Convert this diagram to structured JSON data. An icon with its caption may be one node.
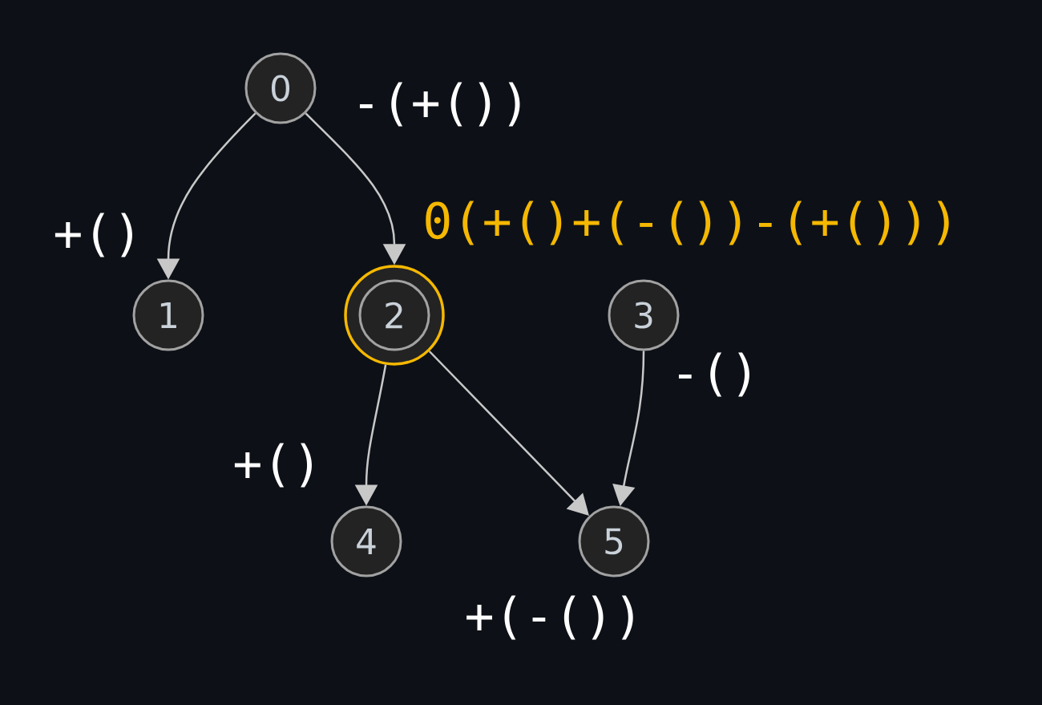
{
  "diagram": {
    "nodes": [
      {
        "text": [
          "0"
        ],
        "beside": [
          "-(+())"
        ]
      },
      {
        "text": [
          "1"
        ],
        "beside": [
          "+()"
        ]
      },
      {
        "text": [
          "2"
        ],
        "beside": [
          "0(+()+(-())-(+()))"
        ]
      },
      {
        "text": [
          "3"
        ],
        "beside": [
          "-()"
        ]
      },
      {
        "text": [
          "4"
        ],
        "beside": [
          "+()"
        ]
      },
      {
        "text": [
          "5"
        ],
        "beside": [
          "+(-())"
        ]
      }
    ],
    "edges": [
      {
        "from": 0,
        "to": 1,
        "arrow": "to"
      },
      {
        "from": 0,
        "to": 2,
        "arrow": "to"
      },
      {
        "from": 2,
        "to": 4,
        "arrow": "to"
      },
      {
        "from": 2,
        "to": 5,
        "arrow": "to"
      },
      {
        "from": 3,
        "to": 5,
        "arrow": "to"
      }
    ]
  }
}
